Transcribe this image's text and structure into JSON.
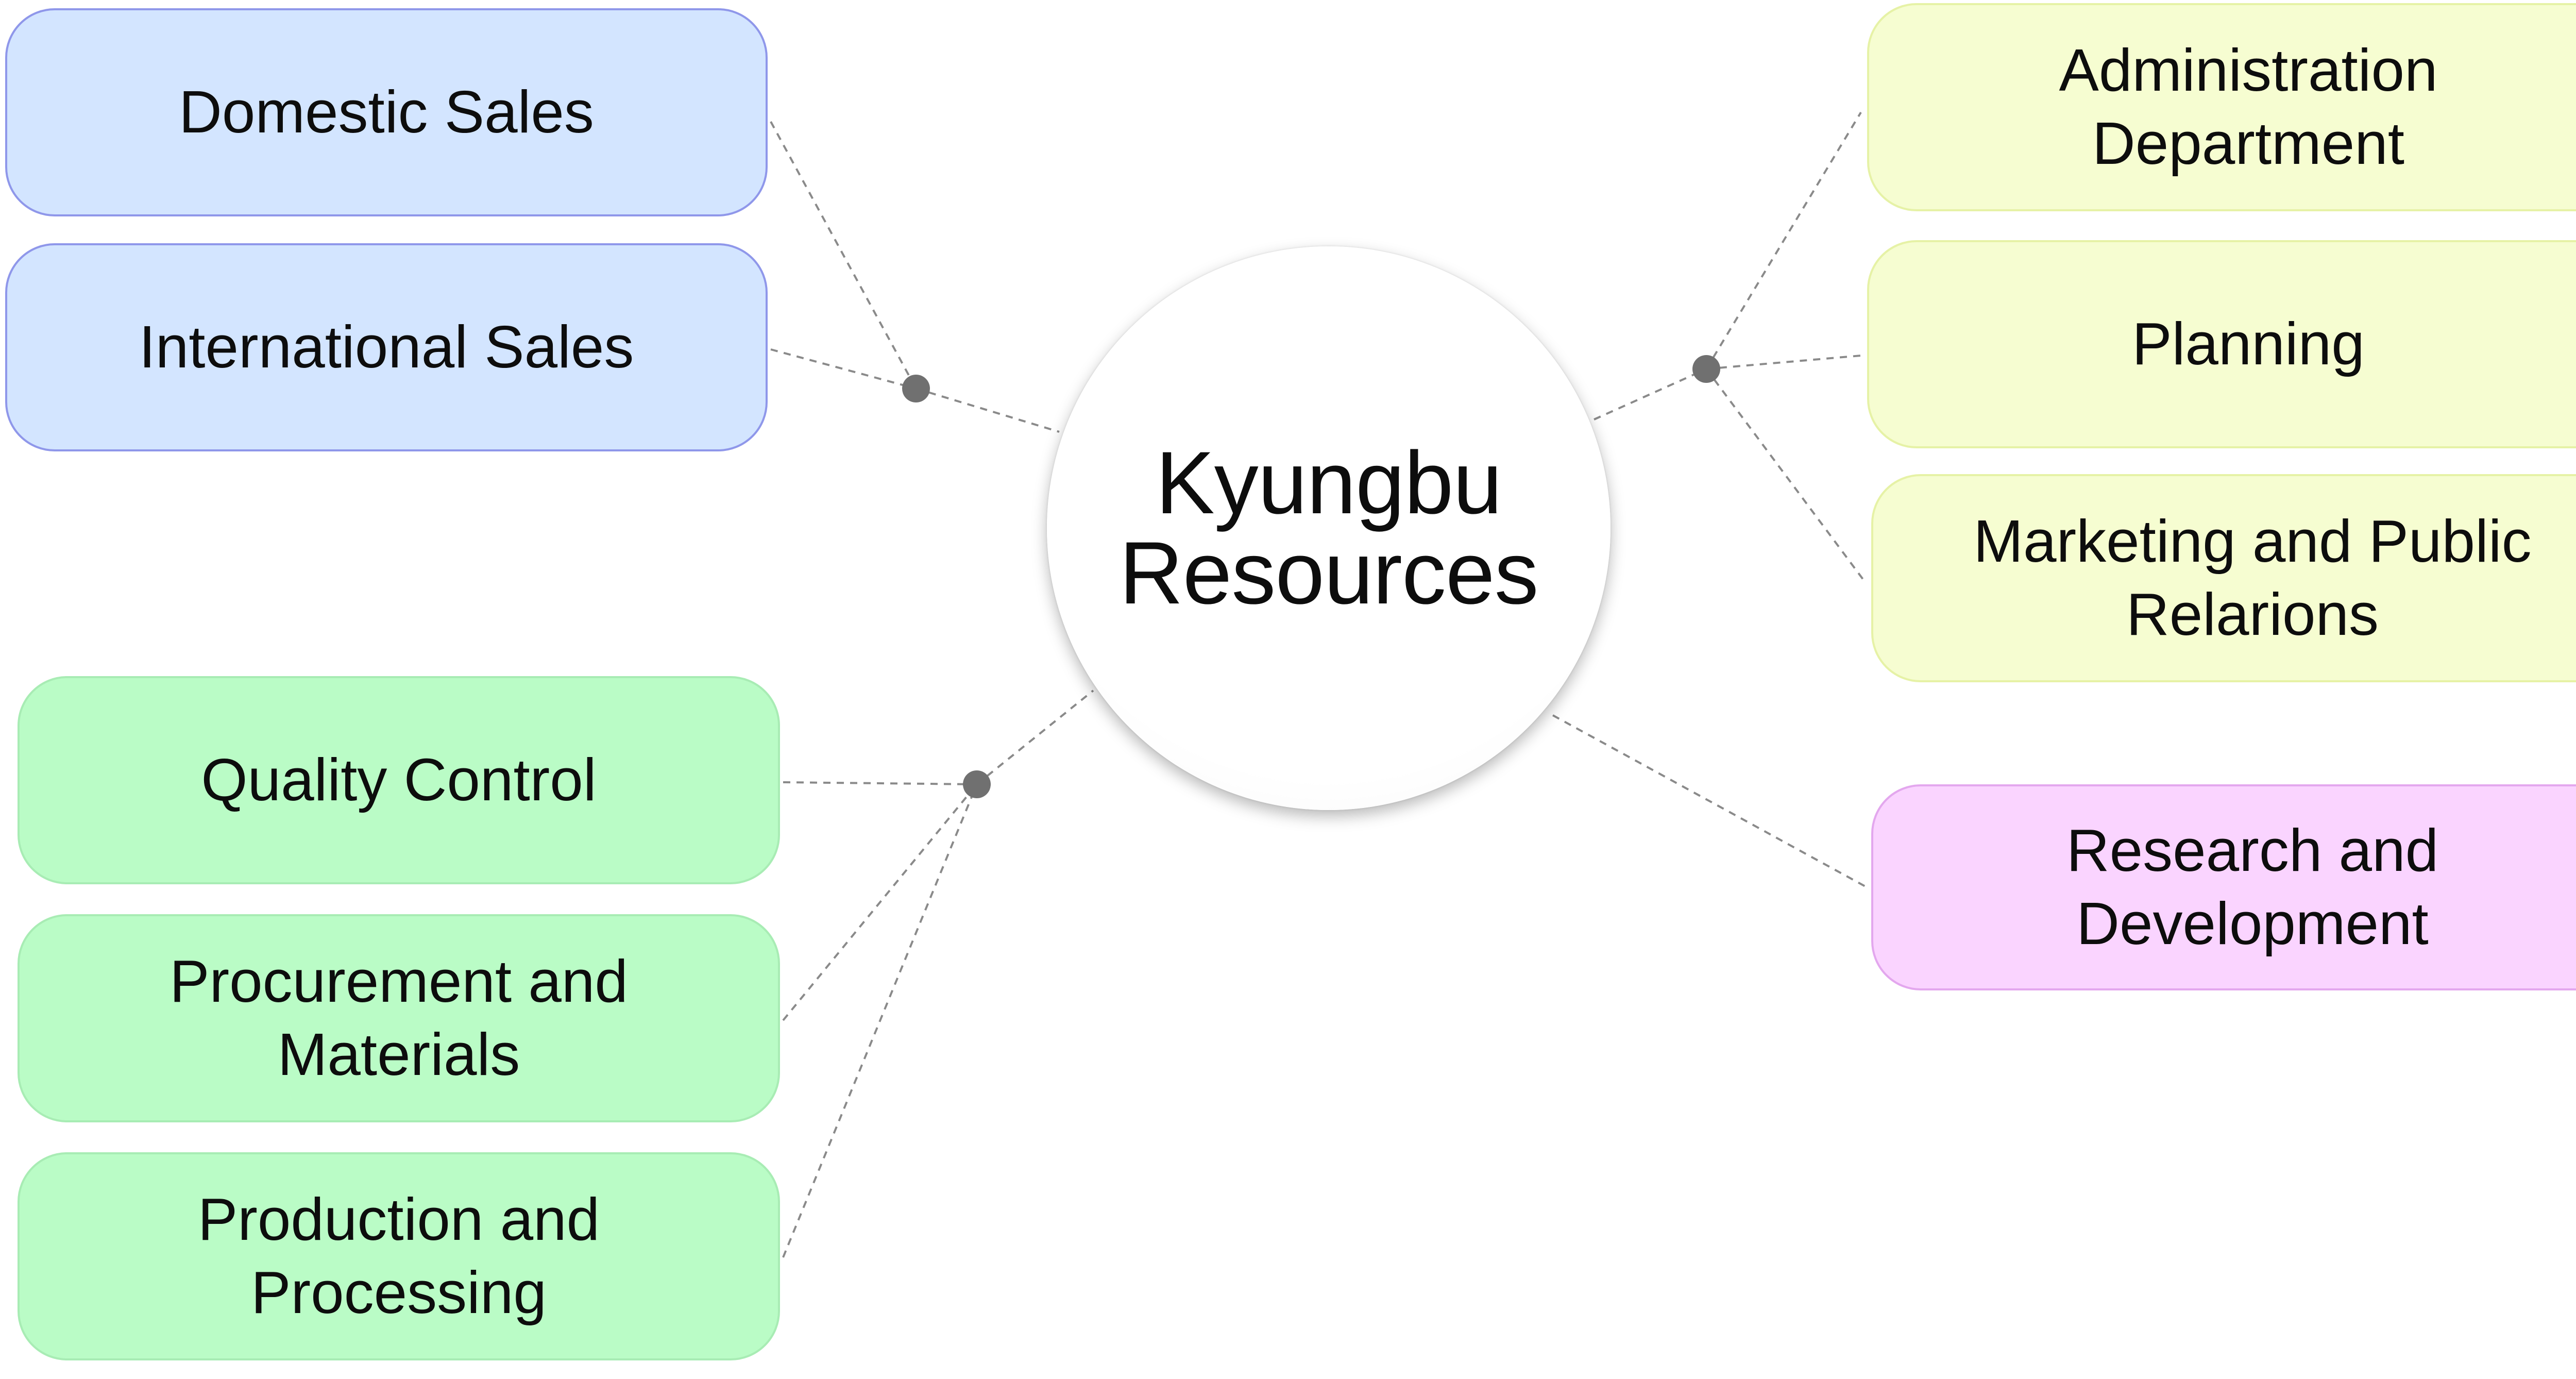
{
  "center": {
    "title": "Kyungbu Resources"
  },
  "groups": {
    "sales": {
      "color": "#d3e5ff",
      "nodes": [
        "Domestic Sales",
        "International Sales"
      ]
    },
    "operations": {
      "color": "#bafcc6",
      "nodes": [
        "Quality Control",
        "Procurement and Materials",
        "Production and Processing"
      ]
    },
    "management": {
      "color": "#f6fdd1",
      "nodes": [
        "Administration Department",
        "Planning",
        "Marketing and Public Relarions"
      ]
    },
    "rnd": {
      "color": "#fad4ff",
      "nodes": [
        "Research and Development"
      ]
    }
  }
}
